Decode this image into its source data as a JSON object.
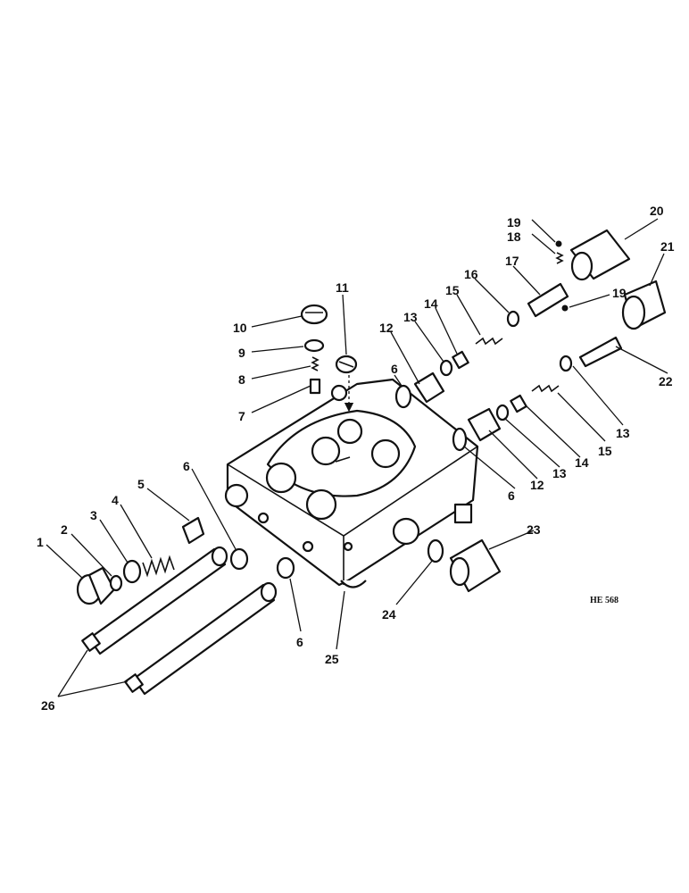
{
  "drawing_ref": "HE 568",
  "callouts": [
    "1",
    "2",
    "3",
    "4",
    "5",
    "6",
    "7",
    "8",
    "9",
    "10",
    "11",
    "12",
    "13",
    "14",
    "15",
    "16",
    "17",
    "18",
    "19",
    "20",
    "21",
    "22",
    "23",
    "24",
    "25",
    "26"
  ],
  "colors": {
    "ink": "#111111",
    "paper": "#ffffff"
  }
}
